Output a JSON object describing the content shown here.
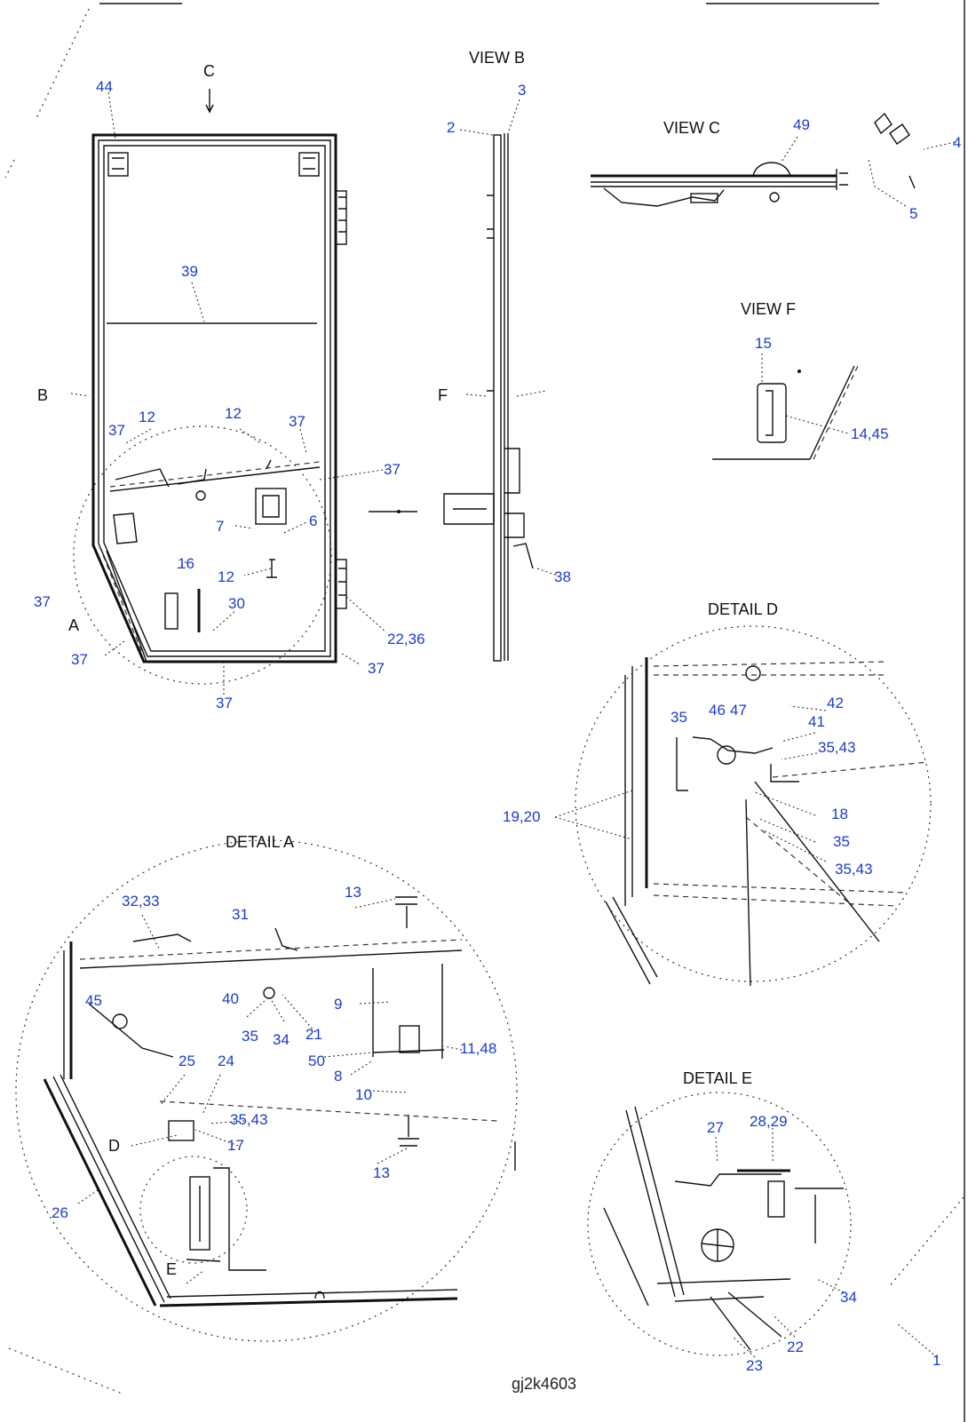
{
  "views": {
    "view_b": "VIEW B",
    "view_c": "VIEW C",
    "view_f": "VIEW F",
    "detail_a": "DETAIL A",
    "detail_d": "DETAIL D",
    "detail_e": "DETAIL E"
  },
  "letters": {
    "c_top": "C",
    "b_side": "B",
    "f_side": "F",
    "a_side": "A",
    "d_in_detail_a": "D",
    "e_in_detail_a": "E"
  },
  "drawing_ref": "gj2k4603",
  "callouts": {
    "main": [
      "44",
      "39",
      "37",
      "12",
      "12",
      "37",
      "37",
      "7",
      "6",
      "16",
      "12",
      "37",
      "30",
      "37",
      "37",
      "22,36",
      "37"
    ],
    "view_b": [
      "2",
      "3",
      "38"
    ],
    "view_c": [
      "49",
      "4",
      "5"
    ],
    "view_f": [
      "15",
      "14,45"
    ],
    "detail_d": [
      "35",
      "46",
      "47",
      "42",
      "41",
      "35,43",
      "19,20",
      "18",
      "35",
      "35,43"
    ],
    "detail_a": [
      "32,33",
      "31",
      "13",
      "45",
      "40",
      "9",
      "35",
      "34",
      "21",
      "25",
      "24",
      "50",
      "11,48",
      "8",
      "10",
      "35,43",
      "17",
      "13",
      "26"
    ],
    "detail_e": [
      "27",
      "28,29",
      "34",
      "22",
      "23"
    ],
    "general": [
      "1"
    ]
  }
}
